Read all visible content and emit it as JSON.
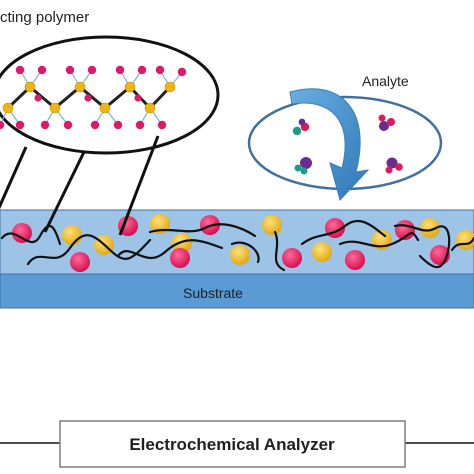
{
  "labels": {
    "polymer_label": "cting polymer",
    "analyte_label": "Analyte",
    "substrate_label": "Substrate",
    "analyzer_label": "Electrochemical Analyzer"
  },
  "colors": {
    "film_blue": "#9dc3e6",
    "substrate_blue": "#5b9bd5",
    "nanoparticle_pink": "#e5195f",
    "nanoparticle_gold": "#f2c230",
    "bubble_outline": "#41719c",
    "arrow_blue": "#4a90c8"
  }
}
